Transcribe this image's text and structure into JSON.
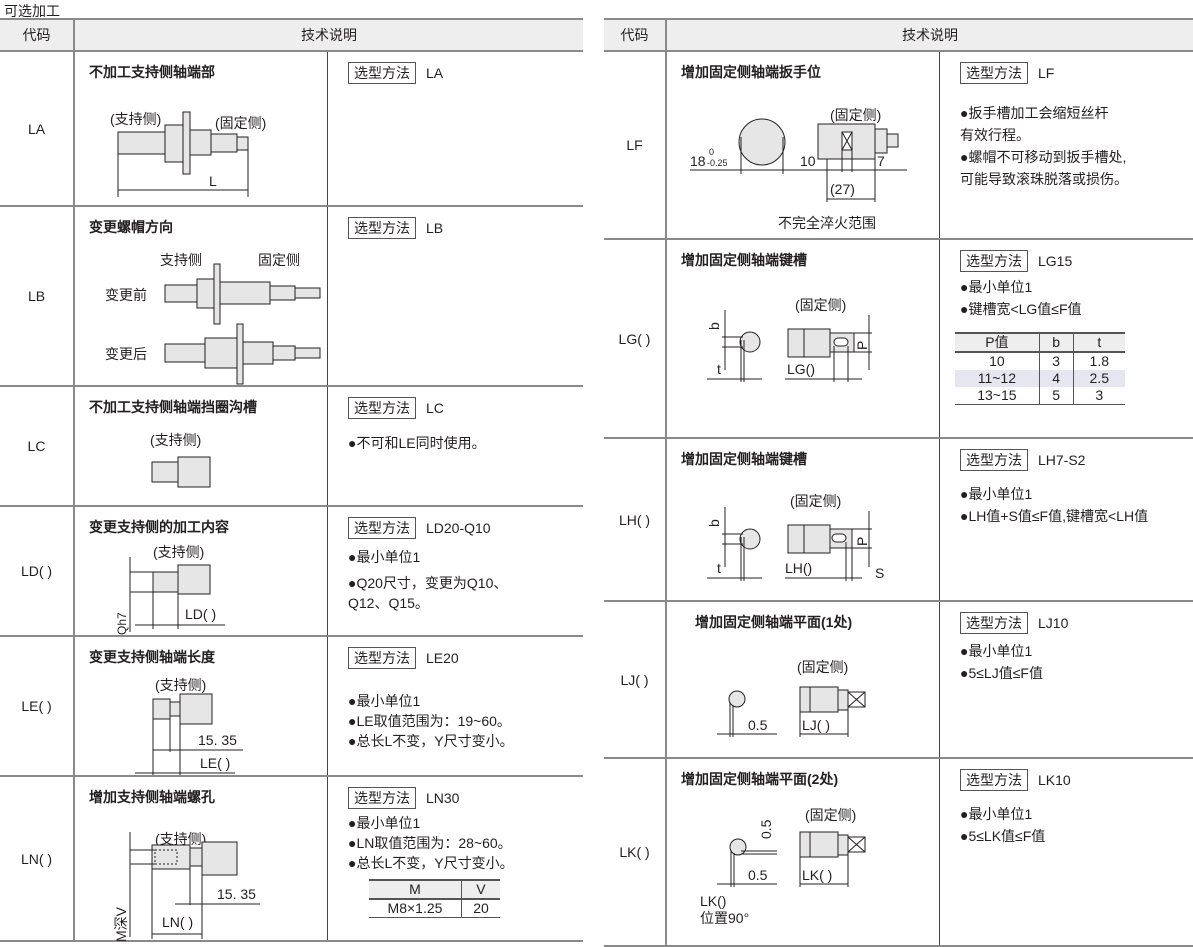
{
  "caption": "可选加工",
  "header": {
    "code": "代码",
    "desc": "技术说明"
  },
  "method_label": "选型方法",
  "left": [
    {
      "code": "LA",
      "title": "不加工支持侧轴端部",
      "method": "LA",
      "labels": {
        "support": "(支持侧)",
        "fixed": "(固定侧)",
        "L": "L"
      },
      "bullets": []
    },
    {
      "code": "LB",
      "title": "变更螺帽方向",
      "method": "LB",
      "labels": {
        "support": "支持侧",
        "fixed": "固定侧",
        "before": "变更前",
        "after": "变更后"
      },
      "bullets": []
    },
    {
      "code": "LC",
      "title": "不加工支持侧轴端挡圈沟槽",
      "method": "LC",
      "labels": {
        "support": "(支持侧)"
      },
      "bullets": [
        "●不可和LE同时使用。"
      ]
    },
    {
      "code": "LD( )",
      "title": "变更支持侧的加工内容",
      "method": "LD20-Q10",
      "labels": {
        "support": "(支持侧)",
        "q": "Qh7",
        "ld": "LD( )"
      },
      "bullets": [
        "●最小单位1",
        "●Q20尺寸，变更为Q10、",
        "Q12、Q15。"
      ]
    },
    {
      "code": "LE( )",
      "title": "变更支持侧轴端长度",
      "method": "LE20",
      "labels": {
        "support": "(支持侧)",
        "dim": "15. 35",
        "le": "LE( )"
      },
      "bullets": [
        "●最小单位1",
        "●LE取值范围为：19~60。",
        "●总长L不变，Y尺寸变小。"
      ]
    },
    {
      "code": "LN( )",
      "title": "增加支持侧轴端螺孔",
      "method": "LN30",
      "labels": {
        "support": "(支持侧)",
        "mv": "M深V",
        "dim": "15. 35",
        "ln": "LN( )"
      },
      "bullets": [
        "●最小单位1",
        "●LN取值范围为：28~60。",
        "●总长L不变，Y尺寸变小。"
      ],
      "table": {
        "headers": [
          "M",
          "V"
        ],
        "rows": [
          [
            "M8×1.25",
            "20"
          ]
        ]
      }
    }
  ],
  "right": [
    {
      "code": "LF",
      "title": "增加固定侧轴端扳手位",
      "method": "LF",
      "labels": {
        "fixed": "(固定侧)",
        "d18": "18",
        "tol_up": "0",
        "tol_low": "-0.25",
        "d10": "10",
        "d7": "7",
        "d27": "(27)",
        "range": "不完全淬火范围"
      },
      "bullets": [
        "●扳手槽加工会缩短丝杆",
        "有效行程。",
        "●螺帽不可移动到扳手槽处,",
        "可能导致滚珠脱落或损伤。"
      ]
    },
    {
      "code": "LG( )",
      "title": "增加固定侧轴端键槽",
      "method": "LG15",
      "labels": {
        "fixed": "(固定侧)",
        "b": "b",
        "t": "t",
        "p": "P",
        "lg": "LG()"
      },
      "bullets": [
        "●最小单位1",
        "●键槽宽<LG值≤F值"
      ],
      "table": {
        "headers": [
          "P值",
          "b",
          "t"
        ],
        "rows": [
          [
            "10",
            "3",
            "1.8"
          ],
          [
            "11~12",
            "4",
            "2.5"
          ],
          [
            "13~15",
            "5",
            "3"
          ]
        ]
      }
    },
    {
      "code": "LH( )",
      "title": "增加固定侧轴端键槽",
      "method": "LH7-S2",
      "labels": {
        "fixed": "(固定侧)",
        "b": "b",
        "t": "t",
        "p": "P",
        "lh": "LH()",
        "s": "S"
      },
      "bullets": [
        "●最小单位1",
        "●LH值+S值≤F值,键槽宽<LH值"
      ]
    },
    {
      "code": "LJ( )",
      "title": "增加固定侧轴端平面(1处)",
      "method": "LJ10",
      "labels": {
        "fixed": "(固定侧)",
        "d": "0.5",
        "lj": "LJ( )"
      },
      "bullets": [
        "●最小单位1",
        "●5≤LJ值≤F值"
      ]
    },
    {
      "code": "LK( )",
      "title": "增加固定侧轴端平面(2处)",
      "method": "LK10",
      "labels": {
        "fixed": "(固定侧)",
        "dv": "0.5",
        "d": "0.5",
        "lk": "LK( )",
        "lk2": "LK()",
        "pos": "位置90°"
      },
      "bullets": [
        "●最小单位1",
        "●5≤LK值≤F值"
      ]
    }
  ]
}
